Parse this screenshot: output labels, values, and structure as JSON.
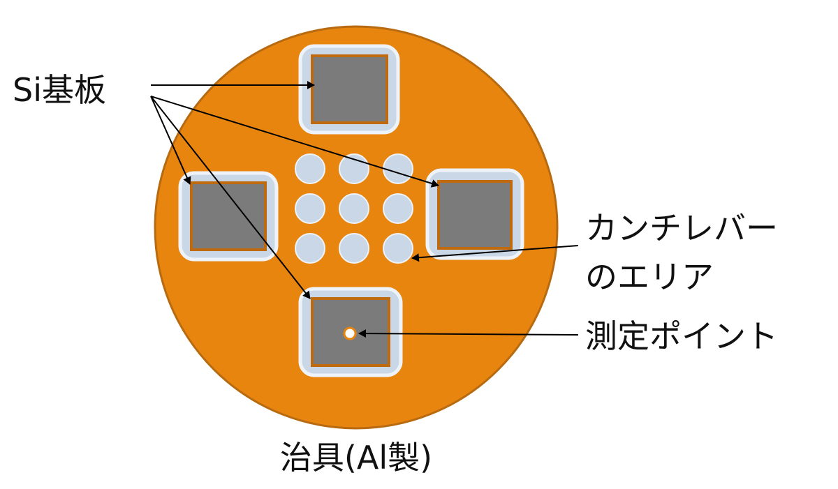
{
  "labels": {
    "si_substrate": "Si基板",
    "cantilever_area_line1": "カンチレバー",
    "cantilever_area_line2": "のエリア",
    "measurement_point": "測定ポイント",
    "jig": "治具(Al製)"
  },
  "colors": {
    "jig_fill": "#E8850F",
    "jig_stroke": "#B86A10",
    "frame_fill": "#C9D7E6",
    "frame_stroke": "#EEF3F9",
    "substrate_fill": "#7B7B7B",
    "substrate_stroke": "#C06A10",
    "hole_fill": "#C9D7E6",
    "point_fill": "#FFFFFF",
    "point_stroke": "#E8850F",
    "arrow": "#000000"
  },
  "cantilever_holes": {
    "rows": 3,
    "cols": 3
  }
}
